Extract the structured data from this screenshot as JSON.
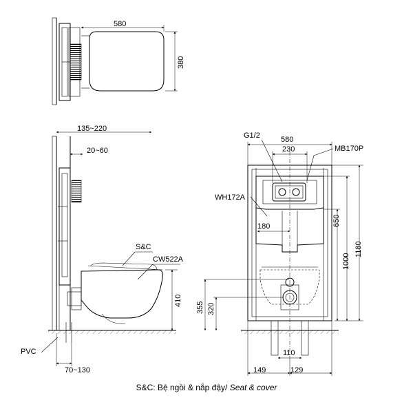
{
  "top_view": {
    "width_label": "580",
    "depth_label": "380"
  },
  "side_view": {
    "wall_depth_label": "135~220",
    "offset_label": "20~60",
    "seat_label": "S&C",
    "toilet_label": "CW522A",
    "height_label": "410",
    "pvc_label": "PVC",
    "bottom_label": "70~130"
  },
  "front_view": {
    "connection_label": "G1/2",
    "frame_width_label": "580",
    "tank_width_label": "230",
    "push_plate_label": "MB170P",
    "tank_label": "WH172A",
    "offset_label": "180",
    "h650_label": "650",
    "h1000_label": "1000",
    "h1180_label": "1180",
    "h355_label": "355",
    "h320_label": "320",
    "w110_label": "110",
    "w149_label": "149",
    "w129_label": "129"
  },
  "caption": {
    "text": "S&C: Bệ ngồi & nắp đậy/ ",
    "text_italic": "Seat & cover"
  }
}
